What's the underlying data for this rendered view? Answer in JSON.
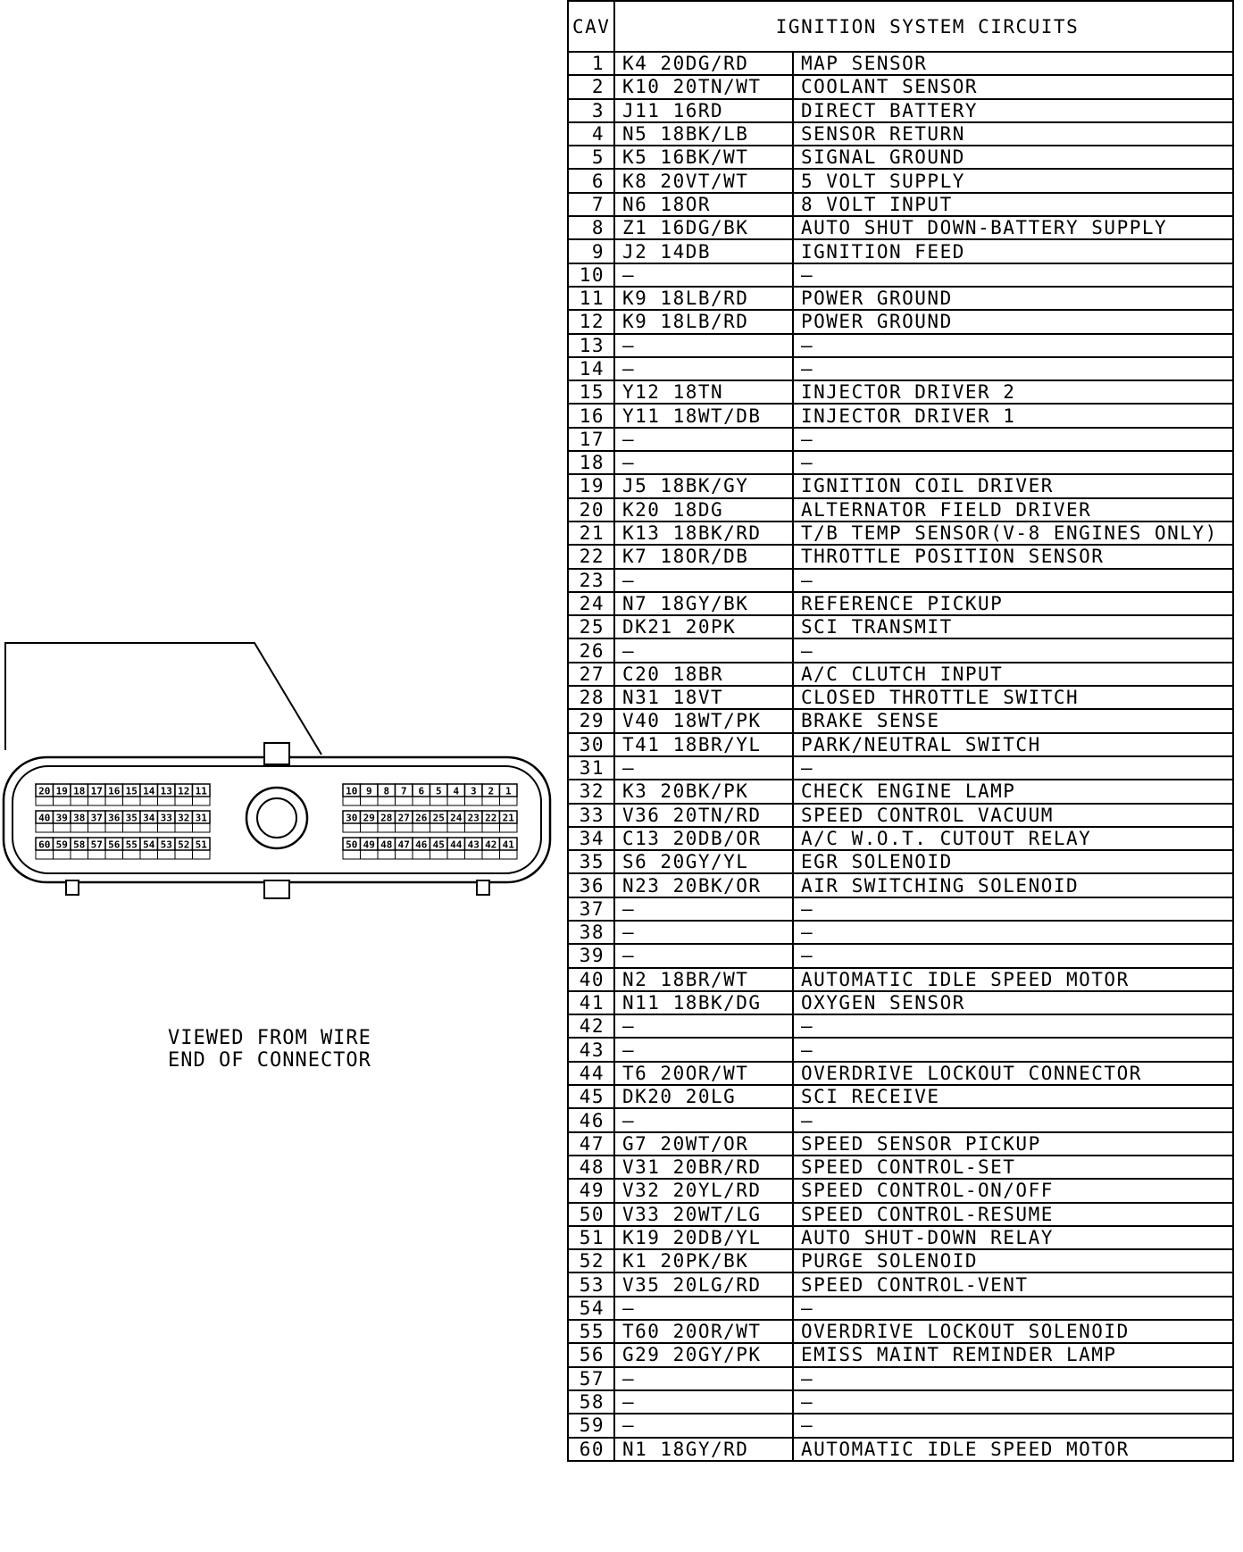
{
  "caption": [
    "VIEWED FROM WIRE",
    "END OF CONNECTOR"
  ],
  "table": {
    "header_cav": "CAV",
    "header_title": "IGNITION SYSTEM CIRCUITS",
    "rows": [
      {
        "cav": "1",
        "wire": "K4 20DG/RD",
        "function": "MAP SENSOR"
      },
      {
        "cav": "2",
        "wire": "K10 20TN/WT",
        "function": "COOLANT SENSOR"
      },
      {
        "cav": "3",
        "wire": "J11 16RD",
        "function": "DIRECT BATTERY"
      },
      {
        "cav": "4",
        "wire": "N5 18BK/LB",
        "function": "SENSOR RETURN"
      },
      {
        "cav": "5",
        "wire": "K5 16BK/WT",
        "function": "SIGNAL GROUND"
      },
      {
        "cav": "6",
        "wire": "K8 20VT/WT",
        "function": "5 VOLT SUPPLY"
      },
      {
        "cav": "7",
        "wire": "N6 18OR",
        "function": "8 VOLT INPUT"
      },
      {
        "cav": "8",
        "wire": "Z1 16DG/BK",
        "function": "AUTO SHUT DOWN-BATTERY SUPPLY"
      },
      {
        "cav": "9",
        "wire": "J2 14DB",
        "function": "IGNITION FEED"
      },
      {
        "cav": "10",
        "wire": "—",
        "function": "—"
      },
      {
        "cav": "11",
        "wire": "K9 18LB/RD",
        "function": "POWER GROUND"
      },
      {
        "cav": "12",
        "wire": "K9 18LB/RD",
        "function": "POWER GROUND"
      },
      {
        "cav": "13",
        "wire": "—",
        "function": "—"
      },
      {
        "cav": "14",
        "wire": "—",
        "function": "—"
      },
      {
        "cav": "15",
        "wire": "Y12 18TN",
        "function": "INJECTOR DRIVER 2"
      },
      {
        "cav": "16",
        "wire": "Y11 18WT/DB",
        "function": "INJECTOR DRIVER 1"
      },
      {
        "cav": "17",
        "wire": "—",
        "function": "—"
      },
      {
        "cav": "18",
        "wire": "—",
        "function": "—"
      },
      {
        "cav": "19",
        "wire": "J5 18BK/GY",
        "function": "IGNITION COIL DRIVER"
      },
      {
        "cav": "20",
        "wire": "K20 18DG",
        "function": "ALTERNATOR FIELD DRIVER"
      },
      {
        "cav": "21",
        "wire": "K13 18BK/RD",
        "function": "T/B TEMP SENSOR(V-8 ENGINES ONLY)"
      },
      {
        "cav": "22",
        "wire": "K7 18OR/DB",
        "function": "THROTTLE POSITION SENSOR"
      },
      {
        "cav": "23",
        "wire": "—",
        "function": "—"
      },
      {
        "cav": "24",
        "wire": "N7 18GY/BK",
        "function": "REFERENCE PICKUP"
      },
      {
        "cav": "25",
        "wire": "DK21 20PK",
        "function": "SCI TRANSMIT"
      },
      {
        "cav": "26",
        "wire": "—",
        "function": "—"
      },
      {
        "cav": "27",
        "wire": "C20 18BR",
        "function": "A/C CLUTCH INPUT"
      },
      {
        "cav": "28",
        "wire": "N31 18VT",
        "function": "CLOSED THROTTLE SWITCH"
      },
      {
        "cav": "29",
        "wire": "V40 18WT/PK",
        "function": "BRAKE SENSE"
      },
      {
        "cav": "30",
        "wire": "T41 18BR/YL",
        "function": "PARK/NEUTRAL SWITCH"
      },
      {
        "cav": "31",
        "wire": "—",
        "function": "—"
      },
      {
        "cav": "32",
        "wire": "K3 20BK/PK",
        "function": "CHECK ENGINE LAMP"
      },
      {
        "cav": "33",
        "wire": "V36 20TN/RD",
        "function": "SPEED CONTROL VACUUM"
      },
      {
        "cav": "34",
        "wire": "C13 20DB/OR",
        "function": "A/C W.O.T. CUTOUT RELAY"
      },
      {
        "cav": "35",
        "wire": "S6 20GY/YL",
        "function": "EGR SOLENOID"
      },
      {
        "cav": "36",
        "wire": "N23 20BK/OR",
        "function": "AIR SWITCHING SOLENOID"
      },
      {
        "cav": "37",
        "wire": "—",
        "function": "—"
      },
      {
        "cav": "38",
        "wire": "—",
        "function": "—"
      },
      {
        "cav": "39",
        "wire": "—",
        "function": "—"
      },
      {
        "cav": "40",
        "wire": "N2 18BR/WT",
        "function": "AUTOMATIC IDLE SPEED MOTOR"
      },
      {
        "cav": "41",
        "wire": "N11 18BK/DG",
        "function": "OXYGEN SENSOR"
      },
      {
        "cav": "42",
        "wire": "—",
        "function": "—"
      },
      {
        "cav": "43",
        "wire": "—",
        "function": "—"
      },
      {
        "cav": "44",
        "wire": "T6 20OR/WT",
        "function": "OVERDRIVE LOCKOUT CONNECTOR"
      },
      {
        "cav": "45",
        "wire": "DK20 20LG",
        "function": "SCI RECEIVE"
      },
      {
        "cav": "46",
        "wire": "—",
        "function": "—"
      },
      {
        "cav": "47",
        "wire": "G7 20WT/OR",
        "function": "SPEED SENSOR PICKUP"
      },
      {
        "cav": "48",
        "wire": "V31 20BR/RD",
        "function": "SPEED CONTROL-SET"
      },
      {
        "cav": "49",
        "wire": "V32 20YL/RD",
        "function": "SPEED CONTROL-ON/OFF"
      },
      {
        "cav": "50",
        "wire": "V33 20WT/LG",
        "function": "SPEED CONTROL-RESUME"
      },
      {
        "cav": "51",
        "wire": "K19 20DB/YL",
        "function": "AUTO SHUT-DOWN RELAY"
      },
      {
        "cav": "52",
        "wire": "K1 20PK/BK",
        "function": "PURGE SOLENOID"
      },
      {
        "cav": "53",
        "wire": "V35 20LG/RD",
        "function": "SPEED CONTROL-VENT"
      },
      {
        "cav": "54",
        "wire": "—",
        "function": "—"
      },
      {
        "cav": "55",
        "wire": "T60 20OR/WT",
        "function": "OVERDRIVE LOCKOUT SOLENOID"
      },
      {
        "cav": "56",
        "wire": "G29 20GY/PK",
        "function": "EMISS MAINT REMINDER LAMP"
      },
      {
        "cav": "57",
        "wire": "—",
        "function": "—"
      },
      {
        "cav": "58",
        "wire": "—",
        "function": "—"
      },
      {
        "cav": "59",
        "wire": "—",
        "function": "—"
      },
      {
        "cav": "60",
        "wire": "N1 18GY/RD",
        "function": "AUTOMATIC IDLE SPEED MOTOR"
      }
    ]
  },
  "connector": {
    "left_rows": [
      [
        "20",
        "19",
        "18",
        "17",
        "16",
        "15",
        "14",
        "13",
        "12",
        "11"
      ],
      [
        "40",
        "39",
        "38",
        "37",
        "36",
        "35",
        "34",
        "33",
        "32",
        "31"
      ],
      [
        "60",
        "59",
        "58",
        "57",
        "56",
        "55",
        "54",
        "53",
        "52",
        "51"
      ]
    ],
    "right_rows": [
      [
        "10",
        "9",
        "8",
        "7",
        "6",
        "5",
        "4",
        "3",
        "2",
        "1"
      ],
      [
        "30",
        "29",
        "28",
        "27",
        "26",
        "25",
        "24",
        "23",
        "22",
        "21"
      ],
      [
        "50",
        "49",
        "48",
        "47",
        "46",
        "45",
        "44",
        "43",
        "42",
        "41"
      ]
    ]
  }
}
